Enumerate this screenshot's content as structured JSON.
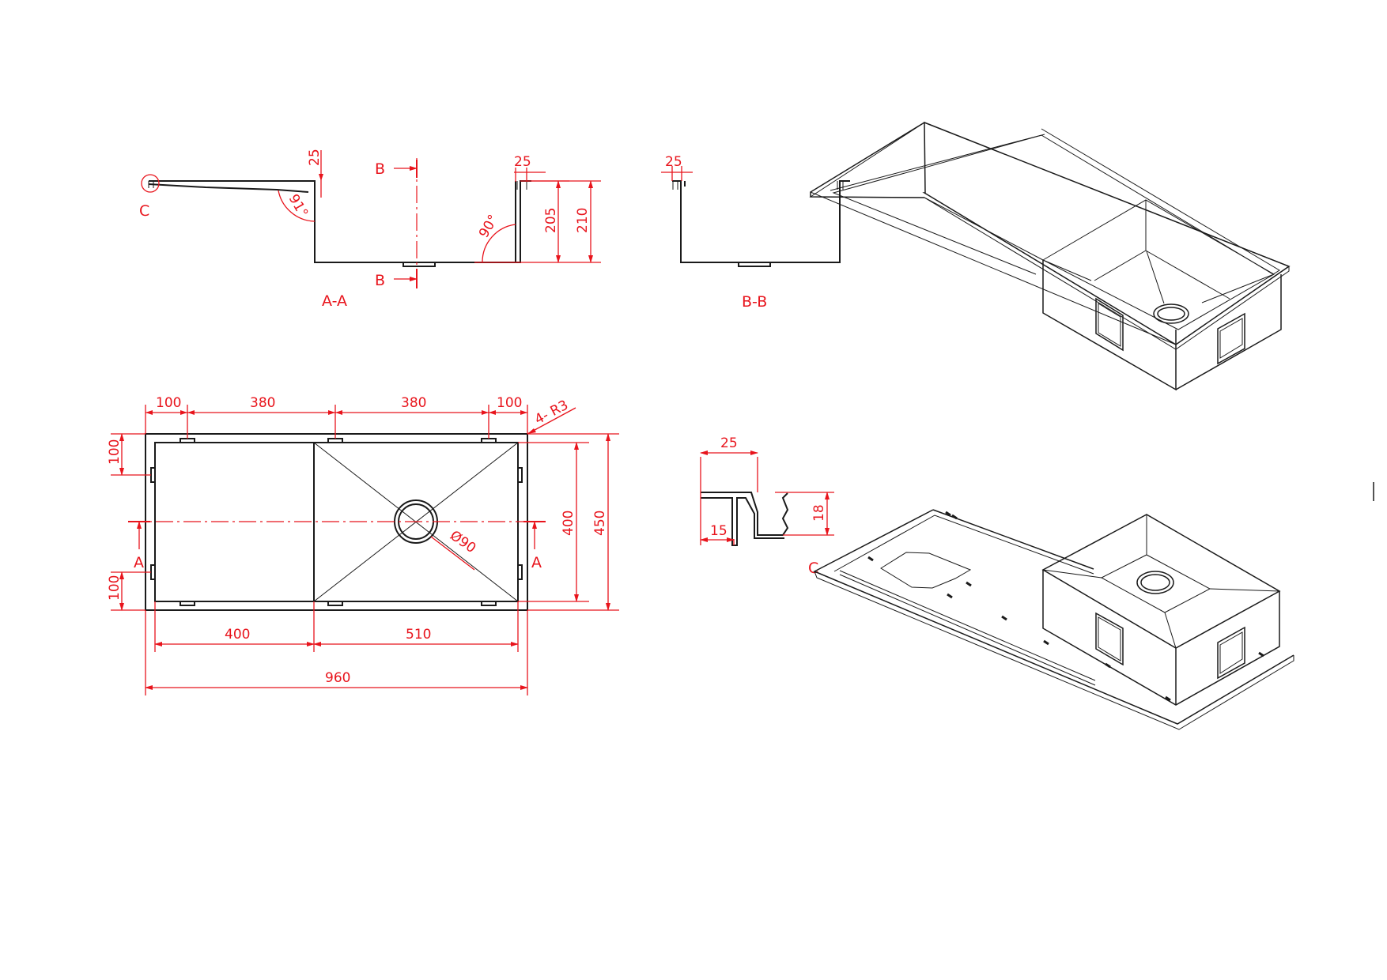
{
  "views": {
    "section_aa": {
      "label": "A-A",
      "dim_lip": "25",
      "dim_flange": "25",
      "dim_depth_inner": "205",
      "dim_depth_outer": "210",
      "angle_left": "91°",
      "angle_right": "90°",
      "cut_top": "B",
      "cut_bottom": "B",
      "detail_ref": "C"
    },
    "section_bb": {
      "label": "B-B",
      "dim_flange": "25"
    },
    "plan": {
      "dim_top": [
        "100",
        "380",
        "380",
        "100"
      ],
      "radius": "4- R3",
      "dim_left_top": "100",
      "dim_left_bottom": "100",
      "dim_right_inner": "400",
      "dim_right_outer": "450",
      "drain": "Ø90",
      "cut_left": "A",
      "cut_right": "A",
      "dim_board": "400",
      "dim_bowl": "510",
      "dim_total": "960"
    },
    "detail_c": {
      "label": "C",
      "dim_width": "25",
      "dim_step": "15",
      "dim_height": "18"
    }
  },
  "colors": {
    "geometry": "#1a1a1a",
    "dimension": "#e8141c",
    "background": "#ffffff"
  }
}
